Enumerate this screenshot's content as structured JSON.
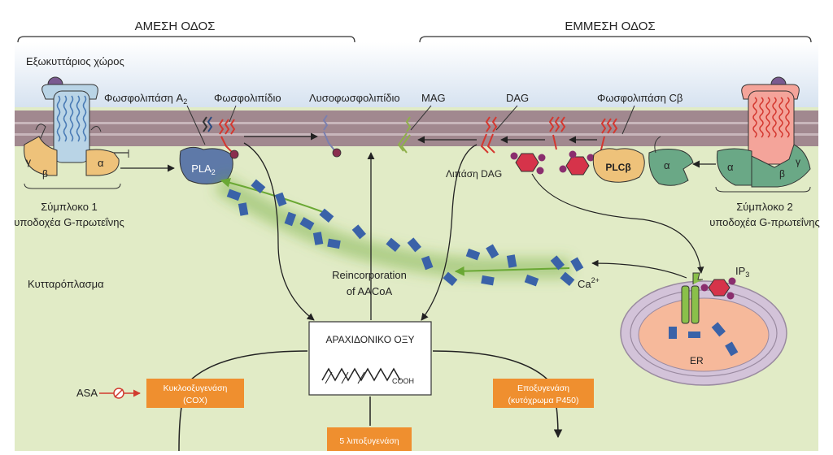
{
  "headers": {
    "direct": "ΑΜΕΣΗ ΟΔΟΣ",
    "indirect": "ΕΜΜΕΣΗ ΟΔΟΣ"
  },
  "labels": {
    "extracellular": "Εξωκυττάριος χώρος",
    "cytoplasm": "Κυτταρόπλασμα",
    "pla2_label": "Φωσφολιπάση A",
    "pla2_sub": "2",
    "phospholipid": "Φωσφολιπίδιο",
    "lysophospholipid": "Λυσοφωσφολιπίδιο",
    "mag": "MAG",
    "dag": "DAG",
    "plc_label": "Φωσφολιπάση Cβ",
    "dag_lipase": "Λιπάση DAG",
    "complex1_line1": "Σύμπλοκο 1",
    "complex1_line2": "υποδοχέα G-πρωτεΐνης",
    "complex2_line1": "Σύμπλοκο 2",
    "complex2_line2": "υποδοχέα G-πρωτεΐνης",
    "reincorp_line1": "Reincorporation",
    "reincorp_line2": "of AACoA",
    "ca": "Ca",
    "ca_sup": "2+",
    "ip3": "IP",
    "ip3_sub": "3",
    "er": "ER",
    "arachidonic": "ΑΡΑΧΙΔΟΝΙΚΟ ΟΞΥ",
    "cooh": "COOH",
    "asa": "ASA"
  },
  "proteins": {
    "pla2": "PLA",
    "pla2_sub": "2",
    "plcb": "PLCβ",
    "alpha": "α",
    "beta": "β",
    "gamma": "γ"
  },
  "enzymes": {
    "cox_line1": "Κυκλοοξυγενάση",
    "cox_line2": "(COX)",
    "epox_line1": "Εποξυγενάση",
    "epox_line2": "(κυτόχρωμα P450)",
    "lox": "5 λιποξυγενάση"
  },
  "colors": {
    "extracellular_bg": "#d6e2f0",
    "cytoplasm_bg": "#e1ebc6",
    "membrane": "#a1888f",
    "enzyme_box": "#ef8f2f",
    "pla2": "#5e79a8",
    "gprotein_tan": "#eec27a",
    "gprotein_green": "#6aa886",
    "receptor_blue": "#b9d4e6",
    "receptor_pink": "#f4a49a",
    "calcium": "#3a62a8",
    "lipid_red": "#d4372f"
  }
}
